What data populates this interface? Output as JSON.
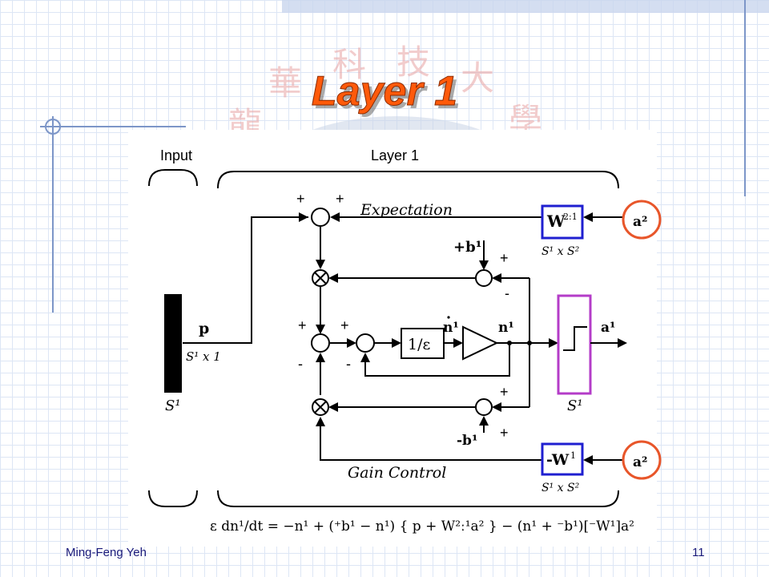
{
  "slide": {
    "title": "Layer 1",
    "watermark_chars": [
      "龍",
      "華",
      "科",
      "技",
      "大",
      "學"
    ],
    "footer_author": "Ming-Feng Yeh",
    "page_number": "11"
  },
  "diagram": {
    "input_label": "Input",
    "layer_label": "Layer 1",
    "expectation_label": "Expectation",
    "gain_control_label": "Gain Control",
    "p_label": "p",
    "p_dim": "S¹ x 1",
    "input_size": "S¹",
    "w21_label": "W",
    "w21_sup": "2:1",
    "w21_dim": "S¹ x S²",
    "neg_w1_label": "-W",
    "neg_w1_sup": "1",
    "neg_w1_dim": "S¹ x S²",
    "a2_top": "a²",
    "a2_bottom": "a²",
    "plus_b1": "+b¹",
    "minus_b1": "-b¹",
    "inv_eps": "1/ε",
    "ndot": "n¹",
    "n1": "n¹",
    "a1": "a¹",
    "output_size": "S¹",
    "signs": {
      "top_sum_left": "+",
      "top_sum_right": "+",
      "upper_bias_right": "+",
      "upper_bias_below": "-",
      "mid_sum_left_top": "+",
      "mid_sum_right_top": "+",
      "mid_sum_left_bottom": "-",
      "mid_sum_right_bottom": "-",
      "lower_bias_top": "+",
      "lower_bias_right": "+"
    },
    "equation": "ε dn¹/dt = −n¹ + (⁺b¹ − n¹) { p + W²ː¹a² } − (n¹ + ⁻b¹)[⁻W¹]a²"
  },
  "colors": {
    "title": "#ff5a0a",
    "w21_box": "#1f1fd0",
    "neg_w1_box": "#1f1fd0",
    "a2_circle": "#e8562a",
    "transfer_box": "#b43cc8",
    "footer": "#1a1a7a"
  }
}
